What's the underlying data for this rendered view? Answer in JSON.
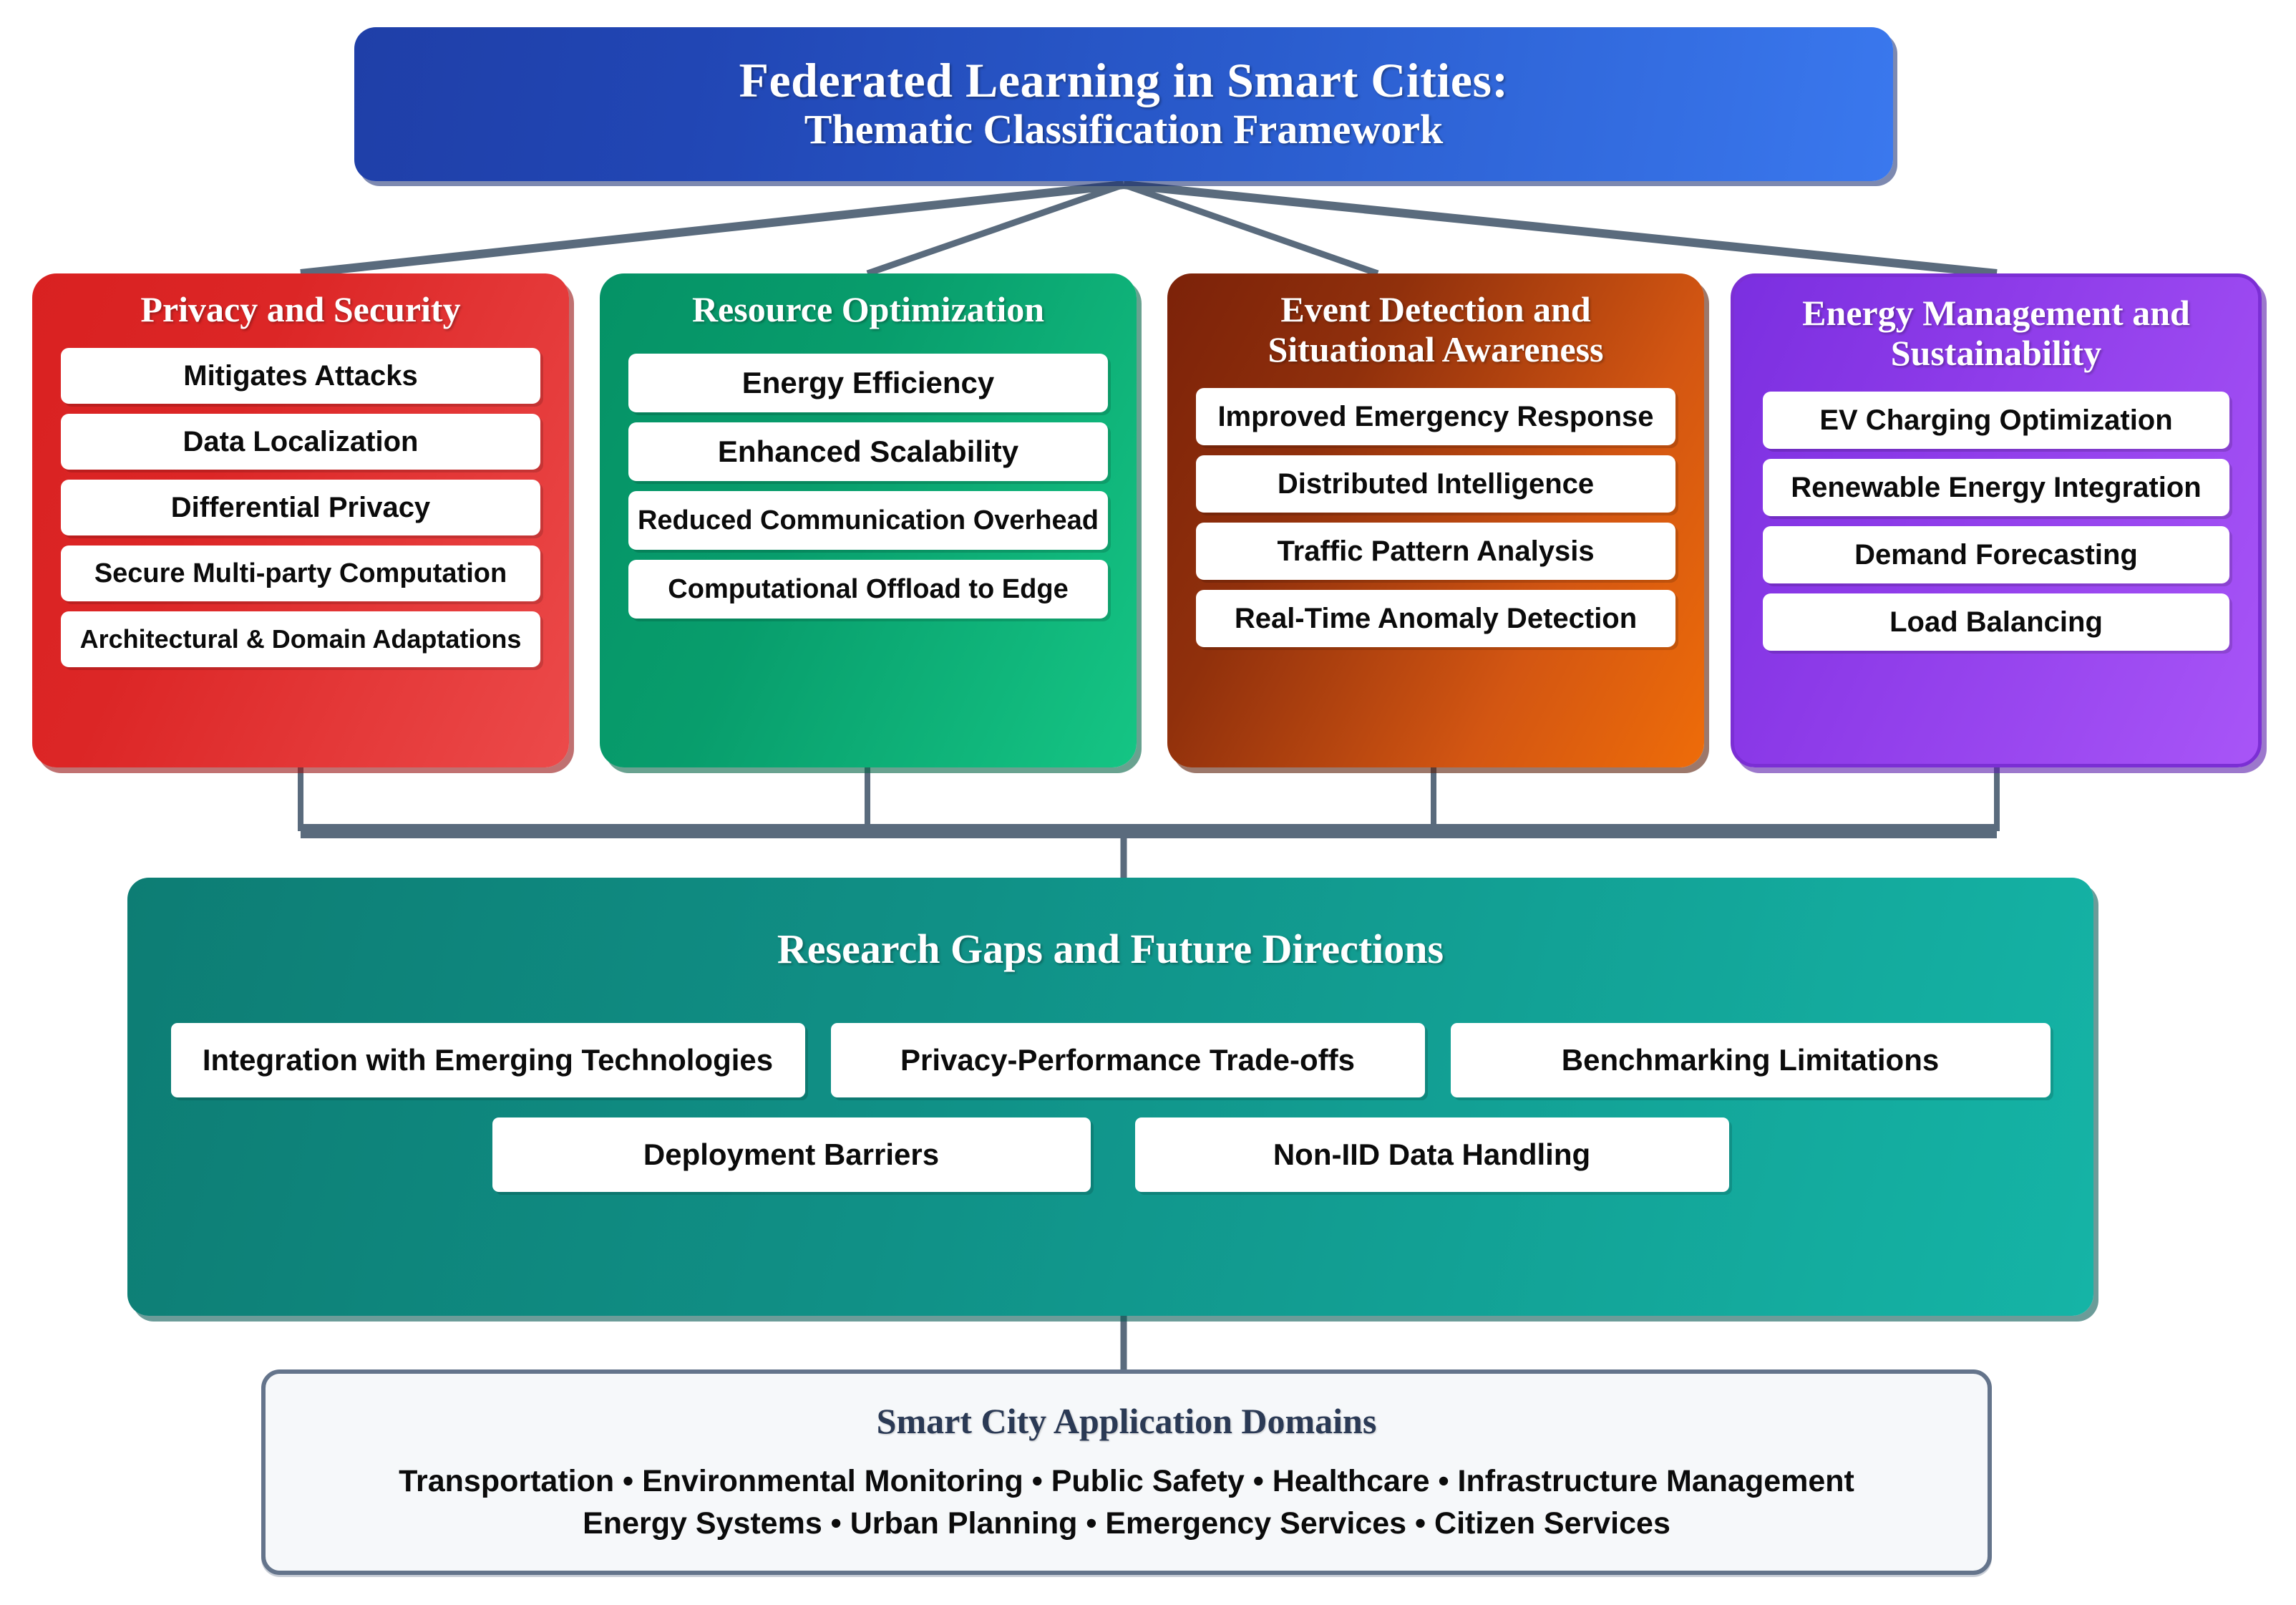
{
  "root": {
    "title_line1": "Federated Learning in Smart Cities:",
    "title_line2": "Thematic Classification Framework"
  },
  "categories": [
    {
      "name": "privacy-and-security",
      "title": "Privacy and Security",
      "color": "#dc2626",
      "items": [
        "Mitigates Attacks",
        "Data Localization",
        "Differential Privacy",
        "Secure Multi-party Computation",
        "Architectural & Domain Adaptations"
      ]
    },
    {
      "name": "resource-optimization",
      "title": "Resource Optimization",
      "color": "#089d6c",
      "items": [
        "Energy Efficiency",
        "Enhanced Scalability",
        "Reduced Communication Overhead",
        "Computational Offload to Edge"
      ]
    },
    {
      "name": "event-detection-and-situational-awareness",
      "title_line1": "Event Detection and",
      "title_line2": "Situational Awareness",
      "title": "Event Detection and Situational Awareness",
      "color": "#d35612",
      "items": [
        "Improved Emergency Response",
        "Distributed Intelligence",
        "Traffic Pattern Analysis",
        "Real-Time Anomaly Detection"
      ]
    },
    {
      "name": "energy-management-and-sustainability",
      "title_line1": "Energy Management and",
      "title_line2": "Sustainability",
      "title": "Energy Management and Sustainability",
      "color": "#a855f7",
      "items": [
        "EV Charging Optimization",
        "Renewable Energy Integration",
        "Demand Forecasting",
        "Load Balancing"
      ]
    }
  ],
  "research_gaps": {
    "title": "Research Gaps and Future Directions",
    "color": "#109086",
    "row1": [
      "Integration with Emerging Technologies",
      "Privacy-Performance Trade-offs",
      "Benchmarking Limitations"
    ],
    "row2": [
      "Deployment Barriers",
      "Non-IID Data Handling"
    ]
  },
  "application_domains": {
    "title": "Smart City Application Domains",
    "line1": "Transportation • Environmental Monitoring • Public Safety • Healthcare • Infrastructure Management",
    "line2": "Energy Systems • Urban Planning • Emergency Services • Citizen Services",
    "border_color": "#64748b",
    "title_color": "#2b3a55"
  },
  "connectors": {
    "color": "#5a6b7d"
  }
}
